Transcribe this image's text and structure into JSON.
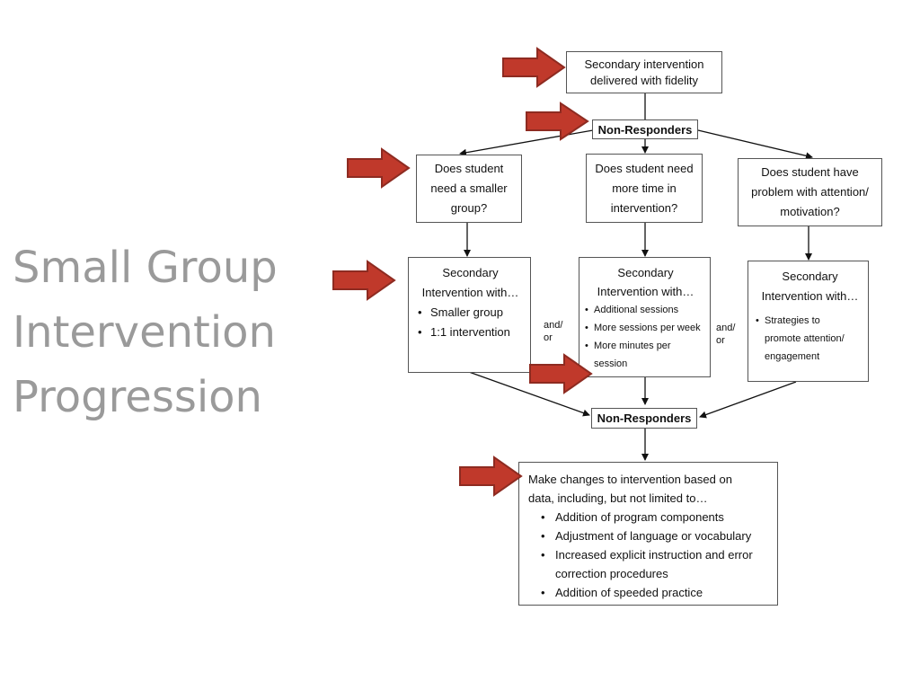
{
  "title": {
    "lines": [
      "Small Group",
      "Intervention",
      "Progression"
    ]
  },
  "flowchart": {
    "top": {
      "lines": [
        "Secondary intervention",
        "delivered with fidelity"
      ]
    },
    "non_responders_1": "Non-Responders",
    "questions": [
      {
        "lines": [
          "Does student",
          "need a smaller",
          "group?"
        ]
      },
      {
        "lines": [
          "Does student need",
          "more time in",
          "intervention?"
        ]
      },
      {
        "lines": [
          "Does student have",
          "problem with attention/",
          "motivation?"
        ]
      }
    ],
    "interventions": [
      {
        "heading": [
          "Secondary",
          "Intervention with…"
        ],
        "bullets": [
          "Smaller group",
          "1:1 intervention"
        ]
      },
      {
        "heading": [
          "Secondary",
          "Intervention with…"
        ],
        "bullets": [
          "Additional sessions",
          "More sessions per week",
          "More minutes per session"
        ]
      },
      {
        "heading": [
          "Secondary",
          "Intervention with…"
        ],
        "bullets": [
          "Strategies to promote attention/ engagement"
        ]
      }
    ],
    "and_or_1": [
      "and/",
      "or"
    ],
    "and_or_2": [
      "and/",
      "or"
    ],
    "non_responders_2": "Non-Responders",
    "changes": {
      "intro": "Make changes to intervention based on data, including, but not limited to…",
      "bullets": [
        "Addition of program components",
        "Adjustment of language or vocabulary",
        "Increased explicit instruction and error correction procedures",
        "Addition of speeded practice"
      ]
    }
  },
  "colors": {
    "title": "#9a9a9a",
    "arrow_fill": "#c0392b",
    "arrow_stroke": "#8e2b21"
  }
}
